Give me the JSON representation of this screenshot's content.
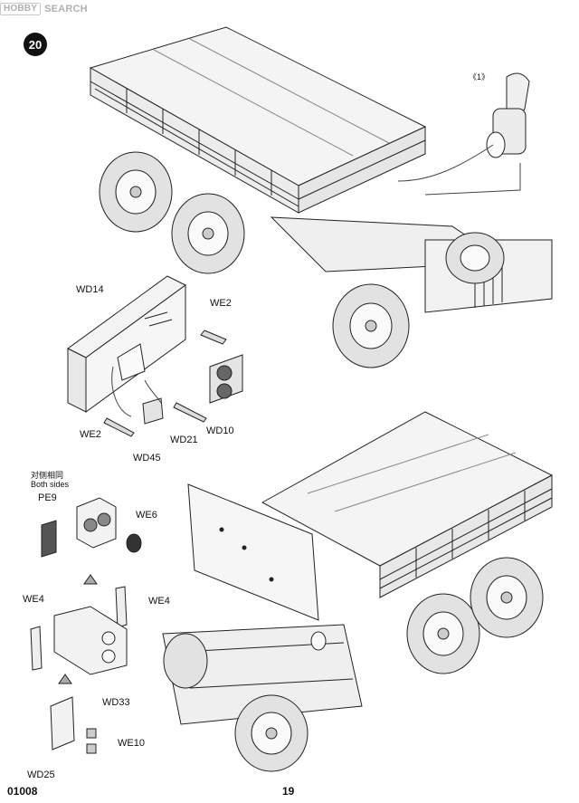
{
  "watermark": {
    "logo": "HOBBY",
    "text": "SEARCH"
  },
  "step": {
    "number": "20"
  },
  "callout": {
    "ref": "《1》"
  },
  "parts": {
    "wd14": "WD14",
    "we2_top": "WE2",
    "we2_bottom": "WE2",
    "wd10": "WD10",
    "wd21": "WD21",
    "wd45": "WD45",
    "both_sides_cn": "对侧相同",
    "both_sides_en": "Both sides",
    "pe9": "PE9",
    "we6": "WE6",
    "we4_left": "WE4",
    "we4_right": "WE4",
    "wd33": "WD33",
    "we10": "WE10",
    "wd25": "WD25"
  },
  "footer": {
    "code": "01008",
    "page": "19"
  }
}
